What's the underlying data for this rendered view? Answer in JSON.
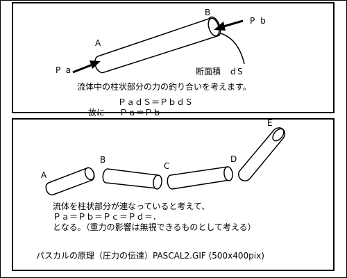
{
  "top": {
    "label_a": "A",
    "label_b": "B",
    "label_pa": "Pa",
    "label_pb": "Pb",
    "area_label": "断面積　ｄS",
    "caption": "流体中の柱状部分の力の釣り合いを考えます。",
    "eq1": "ＰａｄＳ＝ＰｂｄＳ",
    "eq2_prefix": "故に",
    "eq2": "Ｐａ＝Ｐｂ"
  },
  "bottom": {
    "label_a": "A",
    "label_b": "B",
    "label_c": "C",
    "label_d": "D",
    "label_e": "E",
    "line1": "流体を柱状部分が連なっていると考えて、",
    "line2": "Ｐａ＝Ｐｂ＝Ｐｃ＝Ｐｄ＝．",
    "line3": "となる。（重力の影響は無視できるものとして考える）",
    "footer": "パスカルの原理（圧力の伝達）PASCAL2.GIF (500x400pix)"
  }
}
